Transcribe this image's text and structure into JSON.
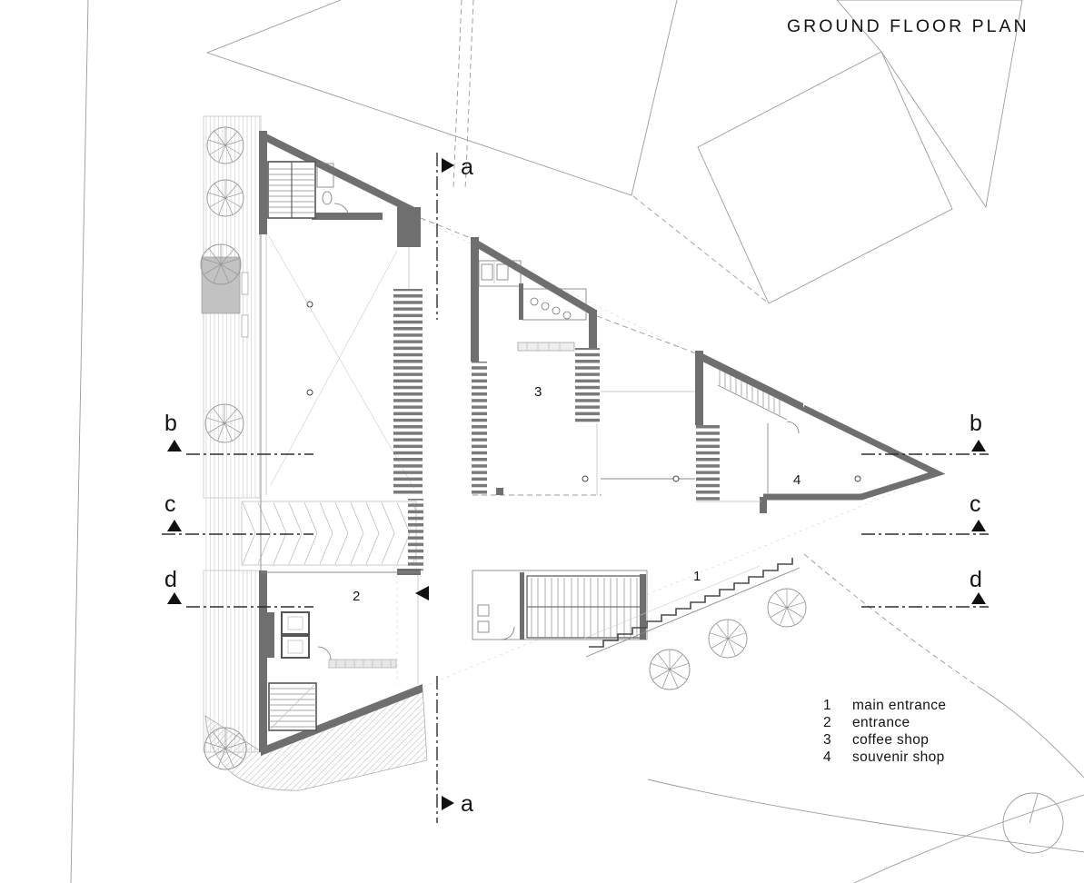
{
  "title": "GROUND FLOOR PLAN",
  "sections": {
    "a_top": "a",
    "a_bottom": "a",
    "b_left": "b",
    "b_right": "b",
    "c_left": "c",
    "c_right": "c",
    "d_left": "d",
    "d_right": "d"
  },
  "rooms": {
    "main_entrance": "1",
    "entrance": "2",
    "coffee_shop": "3",
    "souvenir_shop": "4"
  },
  "legend": {
    "items": [
      {
        "number": "1",
        "label": "main entrance"
      },
      {
        "number": "2",
        "label": "entrance"
      },
      {
        "number": "3",
        "label": "coffee shop"
      },
      {
        "number": "4",
        "label": "souvenir shop"
      }
    ]
  },
  "colors": {
    "wall": "#6f6f6f",
    "line": "#2e2e2e",
    "light_line": "#9b9b9b",
    "background": "#ffffff"
  }
}
